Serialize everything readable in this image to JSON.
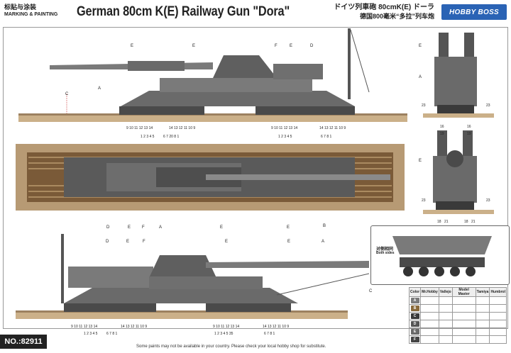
{
  "header": {
    "left_cn": "标贴与涂装",
    "left_en": "MARKING & PAINTING",
    "title": "German 80cm K(E) Railway Gun \"Dora\"",
    "right_jp": "ドイツ列車砲 80cmK(E) ドーラ",
    "right_cn": "德国800毫米“多拉”列车炮",
    "brand": "HOBBY BOSS"
  },
  "footer": {
    "product_no": "NO.:82911",
    "note": "Some paints may not be available in your country. Please check your local hobby shop for substitute."
  },
  "callout": {
    "cn": "对侧相同",
    "en": "Both sides"
  },
  "labels": {
    "A": "A",
    "B": "B",
    "C": "C",
    "D": "D",
    "E": "E",
    "F": "F"
  },
  "marking_numbers": {
    "top_left_row1": "9 10 11 12 13 14",
    "top_left_row2": "1 2 3 4 5",
    "top_mid_row1": "14 13 12 11 10 9",
    "top_mid_row2": "6 7 20 8 1",
    "top_right_row1": "9 10 11 12 13 14",
    "top_right_row2": "1 2 3 4 5",
    "top_far_row1": "14 13 12 11 10 9",
    "top_far_row2": "6 7 8 1",
    "bot_left_row1": "9 10 11 12 13 14",
    "bot_left_row2": "1 2 3 4 5",
    "bot_mid_row1": "14 13 12 11 10 9",
    "bot_mid_row2": "6 7 8 1",
    "bot_right_row1": "9 10 11 12 13 14",
    "bot_right_row2": "1 2 3 4 5 35",
    "bot_far_row1": "14 13 12 11 10 9",
    "bot_far_row2": "6 7 8 1",
    "end_top_left": "23",
    "end_top_right": "23",
    "end_bot_left": "23",
    "end_bot_right": "23",
    "end2_top_left": "16",
    "end2_top_right": "16",
    "end2_top_left2": "19",
    "end2_top_right2": "19",
    "end2_bot_left": "18",
    "end2_bot_left2": "21",
    "end2_bot_right": "18",
    "end2_bot_right2": "21"
  },
  "color_table": {
    "headers": [
      "Color",
      "Mr.Hobby",
      "Vallejo",
      "Model Master",
      "Tamiya",
      "Humbrol"
    ],
    "rows": [
      {
        "key": "A",
        "color": "#7a7a7a",
        "cells": [
          "",
          "",
          "",
          "",
          ""
        ]
      },
      {
        "key": "B",
        "color": "#8a6a3a",
        "cells": [
          "",
          "",
          "",
          "",
          ""
        ]
      },
      {
        "key": "C",
        "color": "#3a3a3a",
        "cells": [
          "",
          "",
          "",
          "",
          ""
        ]
      },
      {
        "key": "D",
        "color": "#555555",
        "cells": [
          "",
          "",
          "",
          "",
          ""
        ]
      },
      {
        "key": "E",
        "color": "#6a6a6a",
        "cells": [
          "",
          "",
          "",
          "",
          ""
        ]
      },
      {
        "key": "F",
        "color": "#444444",
        "cells": [
          "",
          "",
          "",
          "",
          ""
        ]
      }
    ]
  },
  "colors": {
    "brand_blue": "#2a63b5",
    "gun_gray": "#6f6f6f",
    "ballast": "#b79a74",
    "rail_bed": "#cbb089"
  }
}
